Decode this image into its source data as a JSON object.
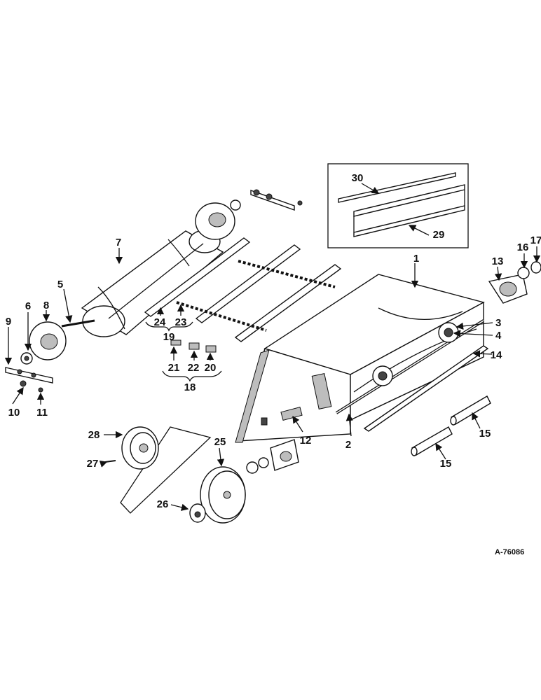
{
  "labels": {
    "l1": "1",
    "l2": "2",
    "l3": "3",
    "l4": "4",
    "l5": "5",
    "l6": "6",
    "l7": "7",
    "l8": "8",
    "l9": "9",
    "l10": "10",
    "l11": "11",
    "l12": "12",
    "l13": "13",
    "l14": "14",
    "l15a": "15",
    "l15b": "15",
    "l16": "16",
    "l17": "17",
    "l18": "18",
    "l19": "19",
    "l20": "20",
    "l21": "21",
    "l22": "22",
    "l23": "23",
    "l24": "24",
    "l25": "25",
    "l26": "26",
    "l27": "27",
    "l28": "28",
    "l29": "29",
    "l30": "30"
  },
  "drawing_code": "A-76086"
}
